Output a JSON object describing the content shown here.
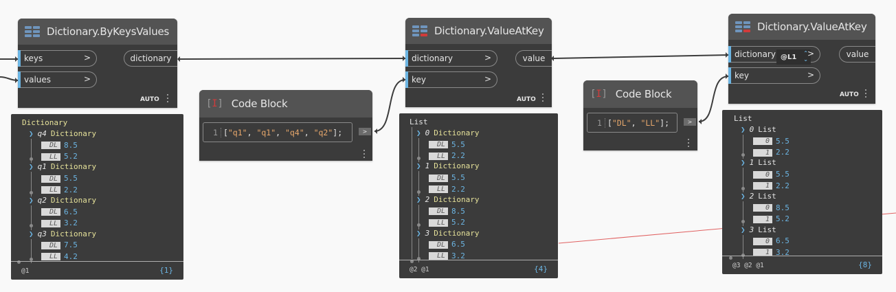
{
  "colors": {
    "canvas": "#f9f9f9",
    "node_body": "#3b3b3b",
    "node_header": "#535353",
    "port_accent": "#6cb5e3",
    "string_literal": "#e8a86c",
    "preview_type": "#e6e29a",
    "preview_number": "#6cb5e3",
    "error_wire": "#e06060"
  },
  "nodes": {
    "by_keys_values": {
      "title": "Dictionary.ByKeysValues",
      "icon": "list-grid-icon",
      "inputs": [
        {
          "label": "keys",
          "chevron": ">"
        },
        {
          "label": "values",
          "chevron": ">"
        }
      ],
      "output": "dictionary",
      "lacing": "AUTO",
      "preview": {
        "root": "Dictionary",
        "items": [
          {
            "key": "q4",
            "type": "Dictionary",
            "entries": [
              {
                "k": "DL",
                "v": "8.5"
              },
              {
                "k": "LL",
                "v": "5.2"
              }
            ]
          },
          {
            "key": "q1",
            "type": "Dictionary",
            "entries": [
              {
                "k": "DL",
                "v": "5.5"
              },
              {
                "k": "LL",
                "v": "2.2"
              }
            ]
          },
          {
            "key": "q2",
            "type": "Dictionary",
            "entries": [
              {
                "k": "DL",
                "v": "6.5"
              },
              {
                "k": "LL",
                "v": "3.2"
              }
            ]
          },
          {
            "key": "q3",
            "type": "Dictionary",
            "entries": [
              {
                "k": "DL",
                "v": "7.5"
              },
              {
                "k": "LL",
                "v": "4.2"
              }
            ]
          }
        ],
        "levels": "@1",
        "count": "{1}"
      }
    },
    "code_block_1": {
      "title": "Code Block",
      "line_number": "1",
      "code_open": "[",
      "strings": [
        "\"q1\"",
        "\"q1\"",
        "\"q4\"",
        "\"q2\""
      ],
      "code_close": "];",
      "out_label": ">"
    },
    "value_at_key_1": {
      "title": "Dictionary.ValueAtKey",
      "icon": "list-grid-red-icon",
      "inputs": [
        {
          "label": "dictionary",
          "chevron": ">"
        },
        {
          "label": "key",
          "chevron": ">"
        }
      ],
      "output": "value",
      "lacing": "AUTO",
      "preview": {
        "root": "List",
        "items": [
          {
            "key": "0",
            "type": "Dictionary",
            "entries": [
              {
                "k": "DL",
                "v": "5.5"
              },
              {
                "k": "LL",
                "v": "2.2"
              }
            ]
          },
          {
            "key": "1",
            "type": "Dictionary",
            "entries": [
              {
                "k": "DL",
                "v": "5.5"
              },
              {
                "k": "LL",
                "v": "2.2"
              }
            ]
          },
          {
            "key": "2",
            "type": "Dictionary",
            "entries": [
              {
                "k": "DL",
                "v": "8.5"
              },
              {
                "k": "LL",
                "v": "5.2"
              }
            ]
          },
          {
            "key": "3",
            "type": "Dictionary",
            "entries": [
              {
                "k": "DL",
                "v": "6.5"
              },
              {
                "k": "LL",
                "v": "3.2"
              }
            ]
          }
        ],
        "levels": "@2 @1",
        "count": "{4}"
      }
    },
    "code_block_2": {
      "title": "Code Block",
      "line_number": "1",
      "code_open": "[",
      "strings": [
        "\"DL\"",
        "\"LL\""
      ],
      "code_close": "];",
      "out_label": ">"
    },
    "value_at_key_2": {
      "title": "Dictionary.ValueAtKey",
      "icon": "list-grid-red-icon",
      "inputs": [
        {
          "label": "dictionary",
          "chevron": ">",
          "level": "@L1"
        },
        {
          "label": "key",
          "chevron": ">"
        }
      ],
      "output": "value",
      "lacing": "AUTO",
      "preview": {
        "root": "List",
        "items": [
          {
            "key": "0",
            "type": "List",
            "entries": [
              {
                "k": "0",
                "v": "5.5"
              },
              {
                "k": "1",
                "v": "2.2"
              }
            ]
          },
          {
            "key": "1",
            "type": "List",
            "entries": [
              {
                "k": "0",
                "v": "5.5"
              },
              {
                "k": "1",
                "v": "2.2"
              }
            ]
          },
          {
            "key": "2",
            "type": "List",
            "entries": [
              {
                "k": "0",
                "v": "8.5"
              },
              {
                "k": "1",
                "v": "5.2"
              }
            ]
          },
          {
            "key": "3",
            "type": "List",
            "entries": [
              {
                "k": "0",
                "v": "6.5"
              },
              {
                "k": "1",
                "v": "3.2"
              }
            ]
          }
        ],
        "levels": "@3 @2 @1",
        "count": "{8}"
      }
    }
  }
}
